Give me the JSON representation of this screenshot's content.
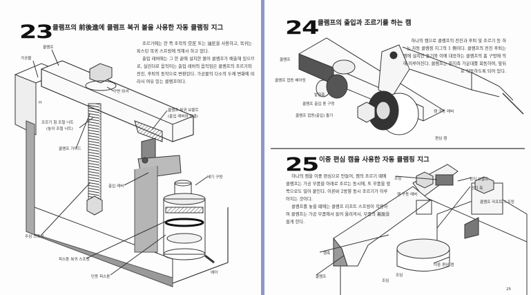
{
  "left_page": {
    "section23": {
      "number": "23",
      "title": "클램프의 前後進에 클램프 복귀 볼을 사용한 자동 클램핑 지그",
      "paragraph": [
        "조르기에는 한 쪽 조작의 空圧 또는 油圧을 사용하고, 복귀는 피스틴 복귀 스프링에 의해서 하고 있다.",
        "출입 레버에는 그 한 끝에 설치한 볼이 클램프가 배출해 있으므로, 실린더로 움직이는 출입 레버의 움직임은 클램프의 조르기와 전진, 후퇴의 동작으로 변환된다. 가공물의 다소의 두께 변화에 따라서 여유 있는 클램프이다."
      ],
      "labels": {
        "workpiece": "가공물",
        "clamp": "클램프",
        "spherical_washer": "구면 와셔",
        "nut_line1": "조르기 힘 조절 너트",
        "nut_line2": "(높이 조절 너트)",
        "clamp_guide": "클램프 가이드",
        "return_bolt_line1": "클램프 복귀 보울트",
        "return_bolt_line2": "(출입 레버와 연결)",
        "lever": "출입 레버",
        "exhaust_hole": "배기 구멍",
        "spring": "주심 스프링",
        "piston_return_spring": "피스톤 복귀 스프링",
        "single_piston": "단동 피스톤",
        "air": "에어",
        "h_mark": "H"
      }
    }
  },
  "right_page": {
    "section24": {
      "number": "24",
      "title": "클램프의 출입과 조르기를 하는 캠",
      "paragraph": "하나의 캠으로 클램프의 전진과 후퇴 및 조르기 등 하는 자동 클램핑 지그의 1 例이다. 클램프의 전진 후퇴는 캠에 설치한 돌기와 이에 대응하는 클램프의 홈 구멍에 의해 이루어진다. 클램프는 핀지축 가운데를 회동하여, 앞뒤로 작동하도록 되어 있다.",
      "labels": {
        "clamp": "클램프",
        "bearing": "클램프 접동 베어링",
        "shaft": "발침축",
        "hole": "클램프 출입 용 구멍",
        "protrusion": "클램프 접동(출입) 돌기",
        "cam_lever": "캠 구동 레버",
        "eccentric_cam": "편심 캠"
      }
    },
    "section25": {
      "number": "25",
      "title": "이중 편심 캠을 사용한 자동 클램핑 지그",
      "paragraph": [
        "하나의 캠을 이중 편심으로 만들어, 캠의 조르기 때에 클램프는 가공 부품을 아래로 조르는 동시에, 또 부품을 앞쪽으로도 밀어 붙인다. 이른바 2방향 동시 조르기가 이루어지는 것이다.",
        "클램프를 놓을 때에는 클램프 리프트 스프링이 작용하여 클램프는 가공 부품에서 들어 올려져서, 부품의 着脫을 쉽게 한다."
      ],
      "labels": {
        "clamp_top": "조임",
        "cam_lever": "캠 구동 레버",
        "pivot_bolt": "핀지 보울트",
        "pivot_shaft": "핀지 축",
        "lift_spring": "클램프 리프트 스프링",
        "cam_shaft": "캠축",
        "clamp": "클램프",
        "clamp_a": "조임",
        "clamp_b": "조임",
        "double_cam": "이중 편심 캠"
      },
      "page_number": "25"
    }
  },
  "colors": {
    "divider": "#8e96cc",
    "paper": "#fdfdfd",
    "ink": "#222222"
  }
}
